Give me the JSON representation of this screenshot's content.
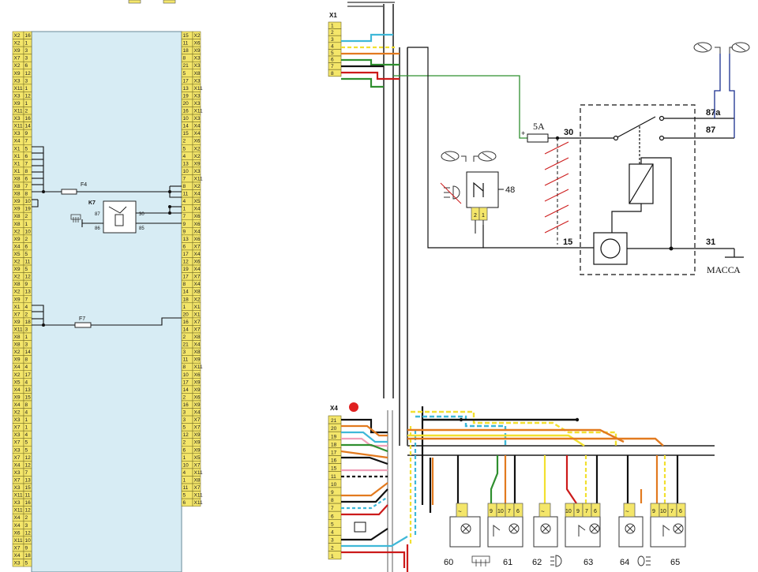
{
  "colors": {
    "block_fill": "#d7ecf4",
    "pin_fill": "#f4e66a",
    "wire_red": "#cc1a1a",
    "wire_green": "#2f8f2f",
    "wire_blue": "#1a2f8f",
    "wire_orange": "#e27a1f",
    "wire_yellow": "#f2e030",
    "wire_cyan": "#3fb8d8",
    "wire_pink": "#f0a0b8",
    "harness": "#555555"
  },
  "left_block": {
    "left_pins": [
      [
        "X2",
        "16"
      ],
      [
        "X2",
        "1"
      ],
      [
        "X9",
        "3"
      ],
      [
        "X7",
        "3"
      ],
      [
        "X2",
        "6"
      ],
      [
        "X9",
        "12"
      ],
      [
        "X3",
        "3"
      ],
      [
        "X11",
        "1"
      ],
      [
        "X3",
        "12"
      ],
      [
        "X9",
        "1"
      ],
      [
        "X11",
        "2"
      ],
      [
        "X3",
        "16"
      ],
      [
        "X11",
        "14"
      ],
      [
        "X3",
        "9"
      ],
      [
        "X4",
        "7"
      ],
      [
        "X1",
        "5"
      ],
      [
        "X1",
        "6"
      ],
      [
        "X1",
        "7"
      ],
      [
        "X1",
        "8"
      ],
      [
        "X8",
        "6"
      ],
      [
        "X8",
        "7"
      ],
      [
        "X8",
        "8"
      ],
      [
        "X9",
        "10"
      ],
      [
        "X9",
        "19"
      ],
      [
        "X8",
        "2"
      ],
      [
        "X8",
        "1"
      ],
      [
        "X2",
        "10"
      ],
      [
        "X9",
        "2"
      ],
      [
        "X4",
        "6"
      ],
      [
        "X5",
        "5"
      ],
      [
        "X2",
        "11"
      ],
      [
        "X9",
        "5"
      ],
      [
        "X2",
        "12"
      ],
      [
        "X8",
        "9"
      ],
      [
        "X2",
        "13"
      ],
      [
        "X9",
        "7"
      ],
      [
        "X1",
        "4"
      ],
      [
        "X7",
        "2"
      ],
      [
        "X9",
        "18"
      ],
      [
        "X11",
        "3"
      ],
      [
        "X8",
        "1"
      ],
      [
        "X8",
        "3"
      ],
      [
        "X2",
        "14"
      ],
      [
        "X9",
        "8"
      ],
      [
        "X4",
        "4"
      ],
      [
        "X2",
        "17"
      ],
      [
        "X5",
        "4"
      ],
      [
        "X4",
        "13"
      ],
      [
        "X9",
        "15"
      ],
      [
        "X4",
        "8"
      ],
      [
        "X2",
        "4"
      ],
      [
        "X3",
        "1"
      ],
      [
        "X7",
        "1"
      ],
      [
        "X3",
        "4"
      ],
      [
        "X7",
        "5"
      ],
      [
        "X3",
        "5"
      ],
      [
        "X7",
        "12"
      ],
      [
        "X4",
        "12"
      ],
      [
        "X3",
        "7"
      ],
      [
        "X7",
        "13"
      ],
      [
        "X3",
        "15"
      ],
      [
        "X11",
        "11"
      ],
      [
        "X3",
        "16"
      ],
      [
        "X11",
        "12"
      ],
      [
        "X4",
        "2"
      ],
      [
        "X4",
        "3"
      ],
      [
        "X6",
        "12"
      ],
      [
        "X11",
        "10"
      ],
      [
        "X7",
        "9"
      ],
      [
        "X4",
        "18"
      ],
      [
        "X3",
        "5"
      ]
    ],
    "right_pins": [
      [
        "15",
        "X2"
      ],
      [
        "11",
        "X6"
      ],
      [
        "18",
        "X9"
      ],
      [
        "8",
        "X3"
      ],
      [
        "21",
        "X3"
      ],
      [
        "5",
        "X8"
      ],
      [
        "17",
        "X3"
      ],
      [
        "13",
        "X11"
      ],
      [
        "19",
        "X3"
      ],
      [
        "20",
        "X3"
      ],
      [
        "16",
        "X11"
      ],
      [
        "10",
        "X3"
      ],
      [
        "14",
        "X4"
      ],
      [
        "15",
        "X4"
      ],
      [
        "2",
        "X6"
      ],
      [
        "5",
        "X2"
      ],
      [
        "4",
        "X2"
      ],
      [
        "13",
        "X9"
      ],
      [
        "10",
        "X3"
      ],
      [
        "7",
        "X11"
      ],
      [
        "8",
        "X2"
      ],
      [
        "11",
        "X4"
      ],
      [
        "4",
        "X5"
      ],
      [
        "1",
        "X4"
      ],
      [
        "7",
        "X6"
      ],
      [
        "9",
        "X6"
      ],
      [
        "9",
        "X4"
      ],
      [
        "13",
        "X6"
      ],
      [
        "6",
        "X7"
      ],
      [
        "17",
        "X4"
      ],
      [
        "12",
        "X6"
      ],
      [
        "19",
        "X4"
      ],
      [
        "17",
        "X7"
      ],
      [
        "8",
        "X4"
      ],
      [
        "14",
        "X8"
      ],
      [
        "18",
        "X2"
      ],
      [
        "1",
        "X1"
      ],
      [
        "20",
        "X1"
      ],
      [
        "16",
        "X7"
      ],
      [
        "14",
        "X7"
      ],
      [
        "2",
        "X8"
      ],
      [
        "21",
        "X4"
      ],
      [
        "3",
        "X8"
      ],
      [
        "11",
        "X9"
      ],
      [
        "8",
        "X11"
      ],
      [
        "10",
        "X6"
      ],
      [
        "17",
        "X9"
      ],
      [
        "14",
        "X9"
      ],
      [
        "2",
        "X6"
      ],
      [
        "16",
        "X9"
      ],
      [
        "3",
        "X4"
      ],
      [
        "3",
        "X7"
      ],
      [
        "5",
        "X7"
      ],
      [
        "12",
        "X9"
      ],
      [
        "2",
        "X9"
      ],
      [
        "6",
        "X9"
      ],
      [
        "1",
        "X5"
      ],
      [
        "10",
        "X7"
      ],
      [
        "4",
        "X11"
      ],
      [
        "1",
        "X8"
      ],
      [
        "11",
        "X7"
      ],
      [
        "5",
        "X11"
      ],
      [
        "6",
        "X11"
      ]
    ],
    "fuse_f4": "F4",
    "relay_k7": "K7",
    "relay_pins": [
      "87",
      "30",
      "86",
      "85"
    ],
    "fuse_f7": "F7"
  },
  "right_diagram": {
    "connector_x1": "X1",
    "x1_pins": [
      "1",
      "2",
      "3",
      "4",
      "5",
      "6",
      "7",
      "8"
    ],
    "connector_x4": "X4",
    "x4_pins": [
      "21",
      "20",
      "19",
      "18",
      "17",
      "16",
      "15",
      "11",
      "10",
      "9",
      "8",
      "7",
      "6",
      "5",
      "4",
      "3",
      "2",
      "1"
    ],
    "fuse_label": "5A",
    "plus_sign": "+",
    "relay_terminals": {
      "t30": "30",
      "t87a": "87a",
      "t87": "87",
      "t15": "15",
      "t31": "31"
    },
    "ground_label": "МАССА",
    "switch_label": "48",
    "switch_pins": [
      "2",
      "1"
    ],
    "lamp_units": [
      {
        "label": "60",
        "pins": [
          "~"
        ]
      },
      {
        "label": "61",
        "pins": [
          "9",
          "10",
          "7",
          "6"
        ]
      },
      {
        "label": "62",
        "pins": [
          "~"
        ]
      },
      {
        "label": "63",
        "pins": [
          "10",
          "9",
          "7",
          "6"
        ]
      },
      {
        "label": "64",
        "pins": [
          "~"
        ]
      },
      {
        "label": "65",
        "pins": [
          "9",
          "10",
          "7",
          "6"
        ]
      }
    ]
  }
}
